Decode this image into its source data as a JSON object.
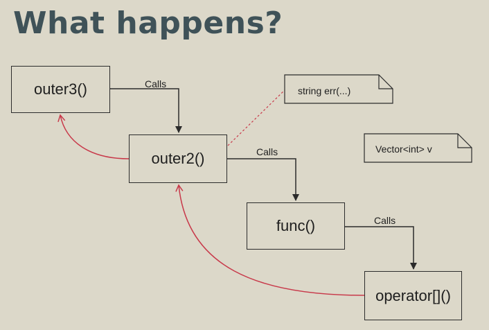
{
  "title": "What happens?",
  "nodes": {
    "outer3": "outer3()",
    "outer2": "outer2()",
    "func": "func()",
    "operator": "operator[]()"
  },
  "edge_labels": {
    "outer3_to_outer2": "Calls",
    "outer2_to_func": "Calls",
    "func_to_operator": "Calls"
  },
  "notes": {
    "string_err": "string err(...)",
    "vector": "Vector<int> v"
  },
  "colors": {
    "background": "#dcd8c9",
    "title": "#3f5258",
    "call_arrow": "#2b2b2b",
    "return_arrow": "#c8394a",
    "note_link": "#c8394a"
  }
}
